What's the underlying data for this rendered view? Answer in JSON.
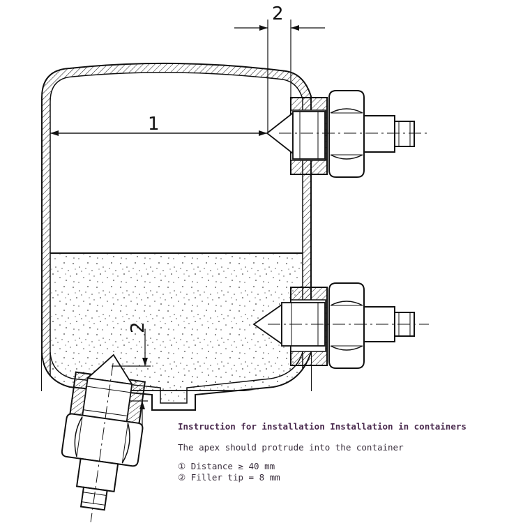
{
  "diagram": {
    "dimension_labels": {
      "top_right": "2",
      "horizontal": "1",
      "bottom_left": "2"
    }
  },
  "notes": {
    "title": "Instruction for installation Installation in containers",
    "line": "The apex should protrude into the container",
    "items": [
      {
        "marker": "①",
        "text": "Distance ≥ 40 mm"
      },
      {
        "marker": "②",
        "text": "Filler tip = 8 mm"
      }
    ]
  }
}
